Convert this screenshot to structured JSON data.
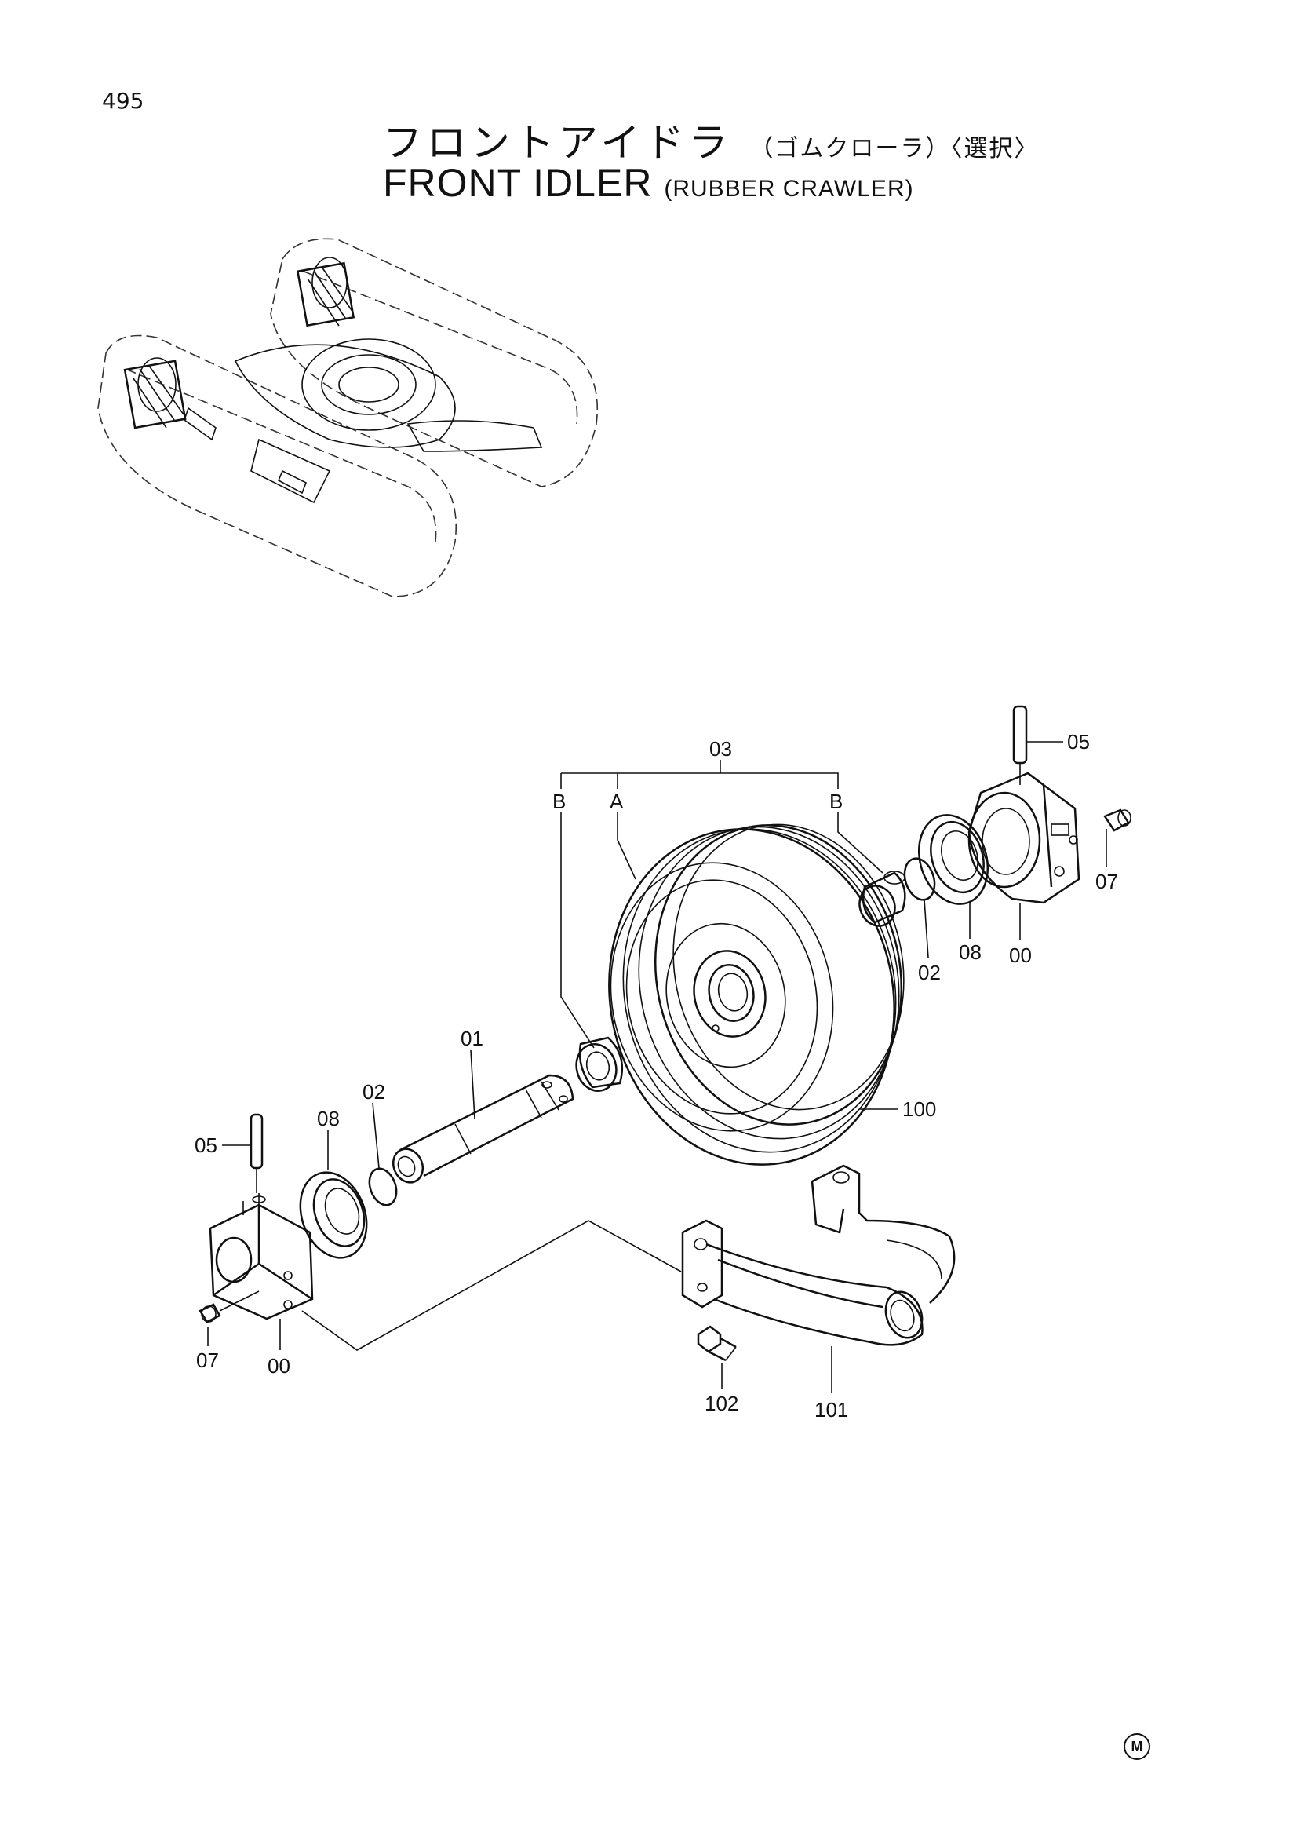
{
  "header": {
    "page_number": "495",
    "title_jp_main": "フロントアイドラ",
    "title_jp_sub": "（ゴムクローラ）〈選択〉",
    "title_en_main": "FRONT IDLER",
    "title_en_sub": "(RUBBER CRAWLER)"
  },
  "callouts": {
    "c03": "03",
    "cA": "A",
    "cB_left": "B",
    "cB_right": "B",
    "c05_right": "05",
    "c07_right": "07",
    "c02_right": "02",
    "c08_right": "08",
    "c00_right": "00",
    "c01": "01",
    "c02_left": "02",
    "c08_left": "08",
    "c05_left": "05",
    "c100": "100",
    "c07_left": "07",
    "c00_left": "00",
    "c102": "102",
    "c101": "101"
  },
  "footer": {
    "mark": "M"
  }
}
